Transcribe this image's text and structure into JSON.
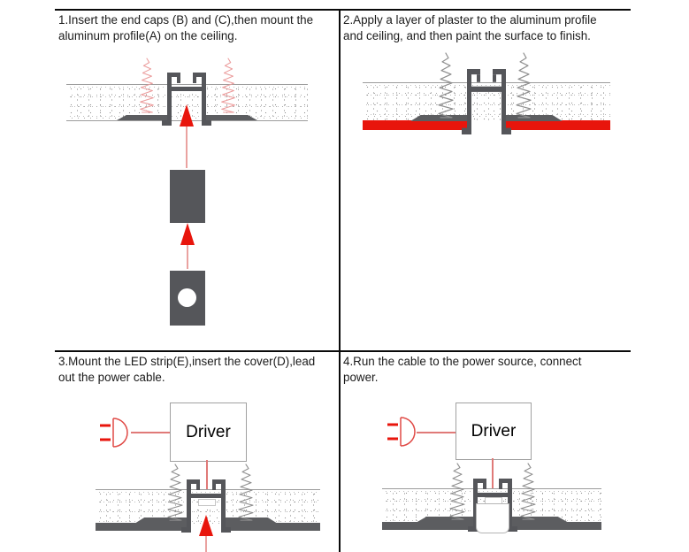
{
  "panels": [
    {
      "step": "1",
      "line1": "1.Insert the end caps (B) and (C),then mount the",
      "line2": "aluminum profile(A) on the ceiling."
    },
    {
      "step": "2",
      "line1": "2.Apply a layer of plaster to the aluminum profile",
      "line2": "and ceiling, and then paint the surface to finish."
    },
    {
      "step": "3",
      "line1": "3.Mount the LED strip(E),insert the cover(D),lead",
      "line2": "out the power cable."
    },
    {
      "step": "4",
      "line1": "4.Run the cable to the power source, connect",
      "line2": "power."
    }
  ],
  "driver": {
    "label": "Driver"
  },
  "icons": {
    "screw": "screw-icon",
    "plug": "power-plug-icon",
    "arrow_up": "arrow-up-icon",
    "profile": "aluminum-profile-cross-section",
    "end_cap_b": "end-cap-b",
    "end_cap_c": "end-cap-c-with-hole"
  },
  "colors": {
    "accent_red": "#e8150c",
    "line_red": "#e07a78",
    "plug_red": "#e04a46",
    "screw_red": "#eb9c9c",
    "screw_gray": "#8f8f8f",
    "profile_gray": "#55565a",
    "band_gray": "#5c5d60",
    "border_black": "#0a0a0a",
    "text_color": "#1b1b1b",
    "ceiling_line": "#9c9c9c",
    "cover_line": "#b5b5b5"
  }
}
